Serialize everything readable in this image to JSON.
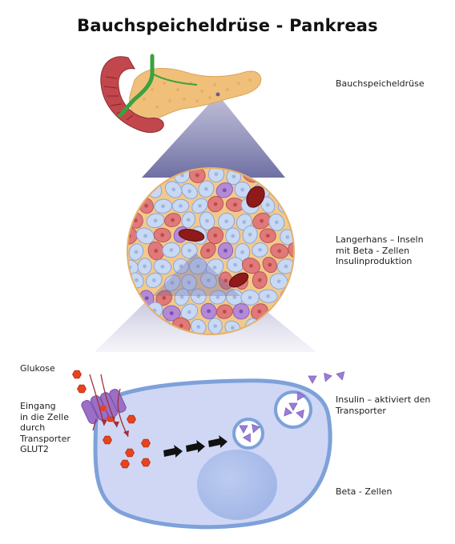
{
  "title": "Bauchspeicheldrüse - Pankreas",
  "labels": {
    "pancreas": "Bauchspeicheldrüse",
    "islets": [
      "Langerhans – Inseln",
      "mit Beta - Zellen",
      "Insulinproduktion"
    ],
    "glucose": "Glukose",
    "entry": [
      "Eingang",
      "in die Zelle",
      "durch",
      "Transporter",
      "GLUT2"
    ],
    "insulin": [
      "Insulin – aktiviert den",
      "Transporter"
    ],
    "beta_cells": "Beta - Zellen"
  },
  "colors": {
    "islet_bg": "#f3c98b",
    "beta_cell": "#c9d9f3",
    "alpha_cell": "#e07a7a",
    "delta_cell": "#b48ad6",
    "vessel": "#8e1a1a",
    "cell_body": "#cfd7f5",
    "cell_border": "#7ea1d9",
    "nucleus": "#a9bdeb",
    "glucose": "#e8431f",
    "insulin": "#9a7ed6",
    "glut2": "#9b6fc6",
    "arrow": "#111111"
  }
}
